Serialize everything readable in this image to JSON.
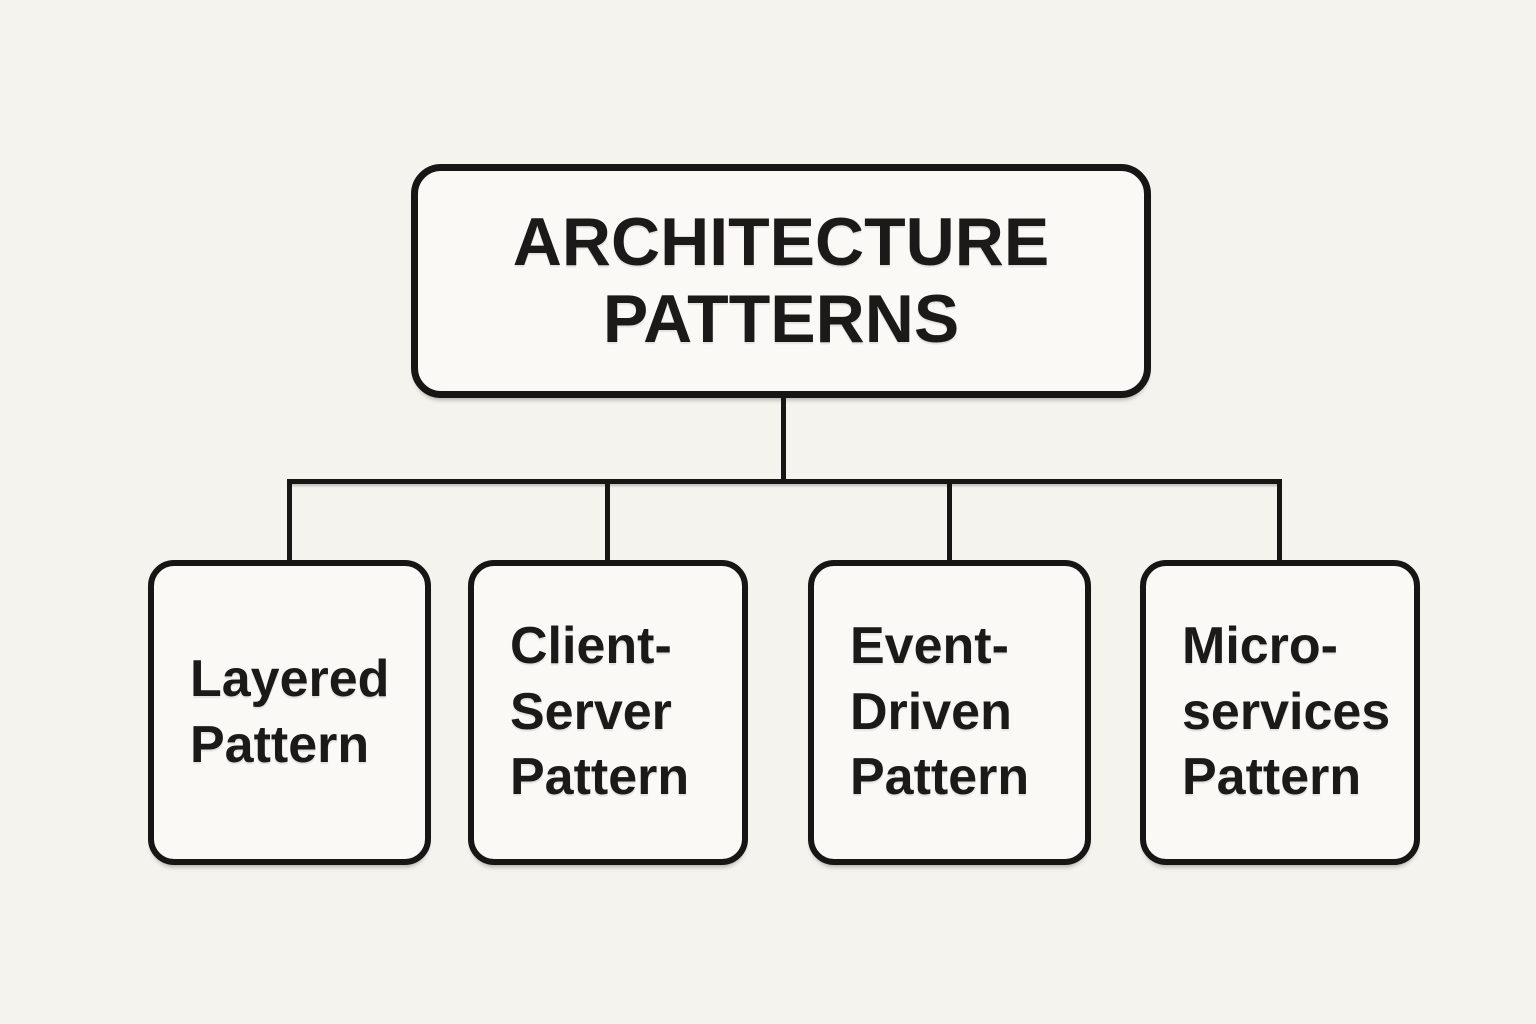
{
  "diagram": {
    "title_node": {
      "label": "ARCHITECTURE\nPATTERNS"
    },
    "child_nodes": [
      {
        "id": "layered",
        "label": "Layered\nPattern"
      },
      {
        "id": "client-server",
        "label": "Client-\nServer\nPattern"
      },
      {
        "id": "event-driven",
        "label": "Event-\nDriven\nPattern"
      },
      {
        "id": "microservices",
        "label": "Micro-\nservices\nPattern"
      }
    ],
    "colors": {
      "background": "#f5f3ee",
      "node_fill": "#fbf9f6",
      "line": "#171614",
      "text": "#1c1a18"
    }
  }
}
